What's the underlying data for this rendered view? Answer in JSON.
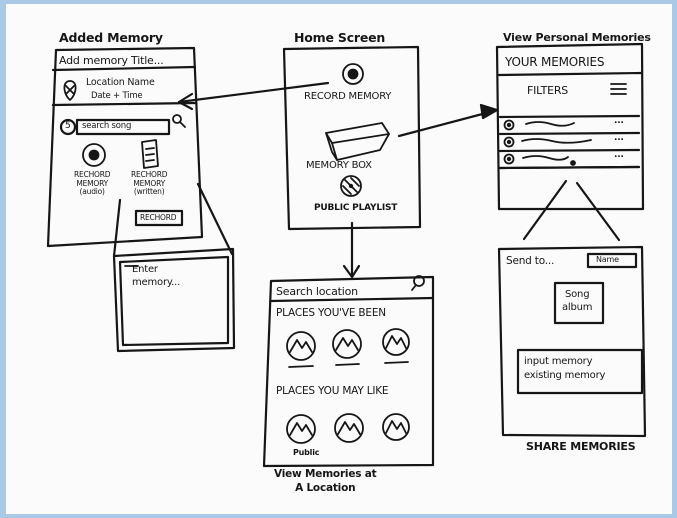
{
  "added": {
    "title": "Added Memory",
    "add_title": "Add memory Title...",
    "location_name": "Location Name",
    "date_time": "Date + Time",
    "step": "5",
    "search_song": "search song",
    "record_audio": "RECHORD\nMEMORY\n(audio)",
    "record_written": "RECHORD\nMEMORY\n(written)",
    "record_button": "RECHORD",
    "enter_memory": "Enter\nmemory..."
  },
  "home": {
    "title": "Home Screen",
    "record_memory": "RECORD MEMORY",
    "memory_box": "MEMORY BOX",
    "public_playlist": "PUBLIC PLAYLIST"
  },
  "view": {
    "title": "View Personal Memories",
    "your_memories": "YOUR MEMORIES",
    "filters": "FILTERS",
    "row_dots": "..."
  },
  "search": {
    "title": "Search location",
    "places_been": "PLACES YOU'VE BEEN",
    "places_like": "PLACES YOU MAY LIKE",
    "public": "Public",
    "caption": "View Memories at\nA Location"
  },
  "share": {
    "send_to": "Send to...",
    "name": "Name",
    "song_album": "Song\nalbum",
    "input_memory": "input memory\nexisting memory",
    "caption": "SHARE MEMORIES"
  },
  "icons": [
    "location-pin-icon",
    "magnifier-icon",
    "record-icon",
    "document-icon",
    "box-icon",
    "vinyl-icon",
    "hamburger-icon",
    "play-icon",
    "mountain-icon",
    "arrow-icon"
  ]
}
